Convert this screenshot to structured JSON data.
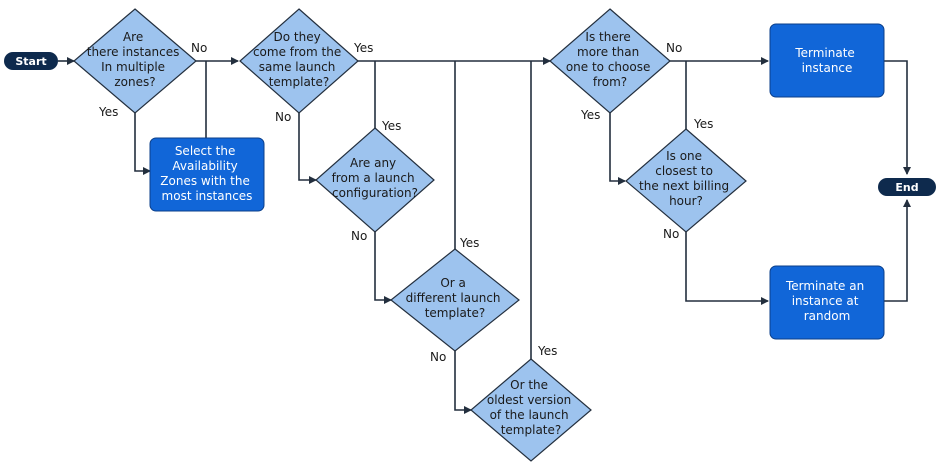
{
  "terminals": {
    "start": "Start",
    "end": "End"
  },
  "decisions": {
    "multiple_zones": [
      "Are",
      "there instances",
      "In multiple",
      "zones?"
    ],
    "same_template": [
      "Do they",
      "come from the",
      "same launch",
      "template?"
    ],
    "launch_config": [
      "Are any",
      "from a launch",
      "configuration?"
    ],
    "different_template": [
      "Or a",
      "different launch",
      "template?"
    ],
    "oldest_version": [
      "Or the",
      "oldest version",
      "of the launch",
      "template?"
    ],
    "more_than_one": [
      "Is there",
      "more than",
      "one to choose",
      "from?"
    ],
    "closest_billing": [
      "Is one",
      "closest to",
      "the next billing",
      "hour?"
    ]
  },
  "actions": {
    "select_az": [
      "Select the",
      "Availability",
      "Zones with the",
      "most instances"
    ],
    "terminate": [
      "Terminate",
      "instance"
    ],
    "terminate_random": [
      "Terminate an",
      "instance at",
      "random"
    ]
  },
  "edge_labels": {
    "yes": "Yes",
    "no": "No"
  },
  "colors": {
    "decision_fill": "#9dc3ee",
    "action_fill": "#1166d8",
    "terminal_fill": "#0e2a4d",
    "line": "#232f3e"
  }
}
